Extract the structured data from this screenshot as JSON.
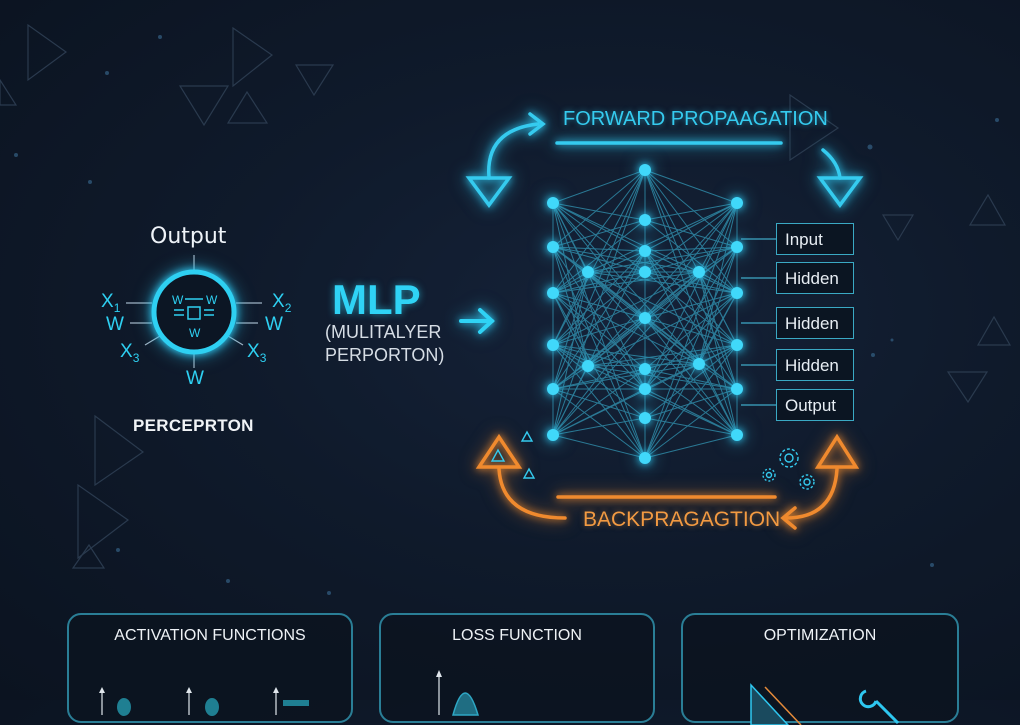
{
  "perceptron": {
    "output_label": "Output",
    "inputs": [
      {
        "name": "X",
        "sub": "1"
      },
      {
        "name": "W",
        "sub": ""
      },
      {
        "name": "X",
        "sub": "3"
      },
      {
        "name": "X",
        "sub": "2"
      },
      {
        "name": "W",
        "sub": ""
      },
      {
        "name": "X",
        "sub": "3"
      },
      {
        "name": "W",
        "sub": ""
      }
    ],
    "node_weight_labels": [
      "W",
      "W",
      "W"
    ],
    "title": "PERCEPRTON"
  },
  "mlp": {
    "title": "MLP",
    "subtitle_line1": "(MULITALYER",
    "subtitle_line2": "PERPORTON)"
  },
  "forward": {
    "label": "FORWARD PROPAAGATION",
    "color": "#35cbef"
  },
  "backward": {
    "label": "BACKPRAGAGTION",
    "color": "#f29a42"
  },
  "layer_labels": [
    "Input",
    "Hidden",
    "Hidden",
    "Hidden",
    "Output"
  ],
  "cards": [
    {
      "title": "ACTIVATION FUNCTIONS",
      "icon": "activation-curves-icon"
    },
    {
      "title": "LOSS FUNCTION",
      "icon": "loss-curve-icon"
    },
    {
      "title": "OPTIMIZATION",
      "icon": "wrench-icon"
    }
  ],
  "colors": {
    "background": "#0f1a2b",
    "accent_cyan": "#2ed0f2",
    "accent_orange": "#f29a42",
    "card_border": "#2a7e96"
  }
}
